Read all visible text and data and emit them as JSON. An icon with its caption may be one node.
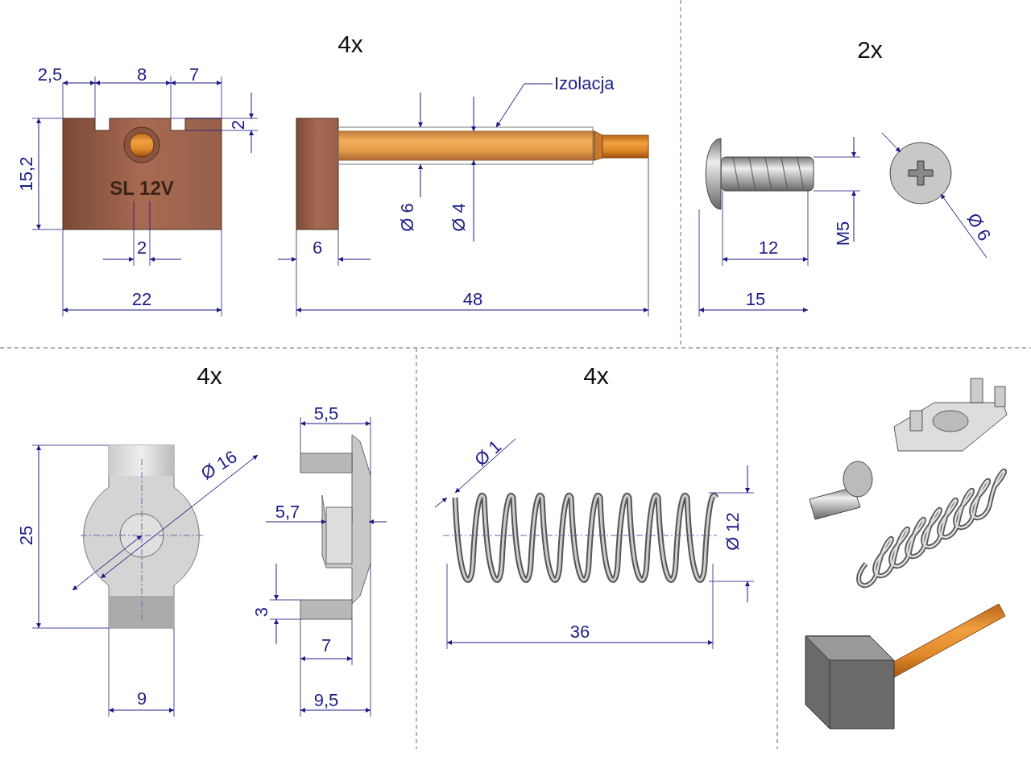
{
  "diagram": {
    "nodes": [
      {
        "text": [
          "Izolacja"
        ]
      },
      {
        "text": [],
        "shape": "bar"
      }
    ],
    "edges": [
      {
        "from": 0,
        "to": 1,
        "arrow": "to"
      }
    ],
    "labels": [
      "4x",
      "2x",
      "2,5",
      "8",
      "7",
      "2",
      "15,2",
      "SL 12V",
      "2",
      "22",
      "6",
      "Ø 6",
      "Ø 4",
      "48",
      "12",
      "M5",
      "Ø 6",
      "15",
      "4x",
      "4x",
      "Ø 16",
      "25",
      "5,5",
      "5,7",
      "3",
      "7",
      "9",
      "9,5",
      "Ø 1",
      "Ø 12",
      "36"
    ]
  }
}
